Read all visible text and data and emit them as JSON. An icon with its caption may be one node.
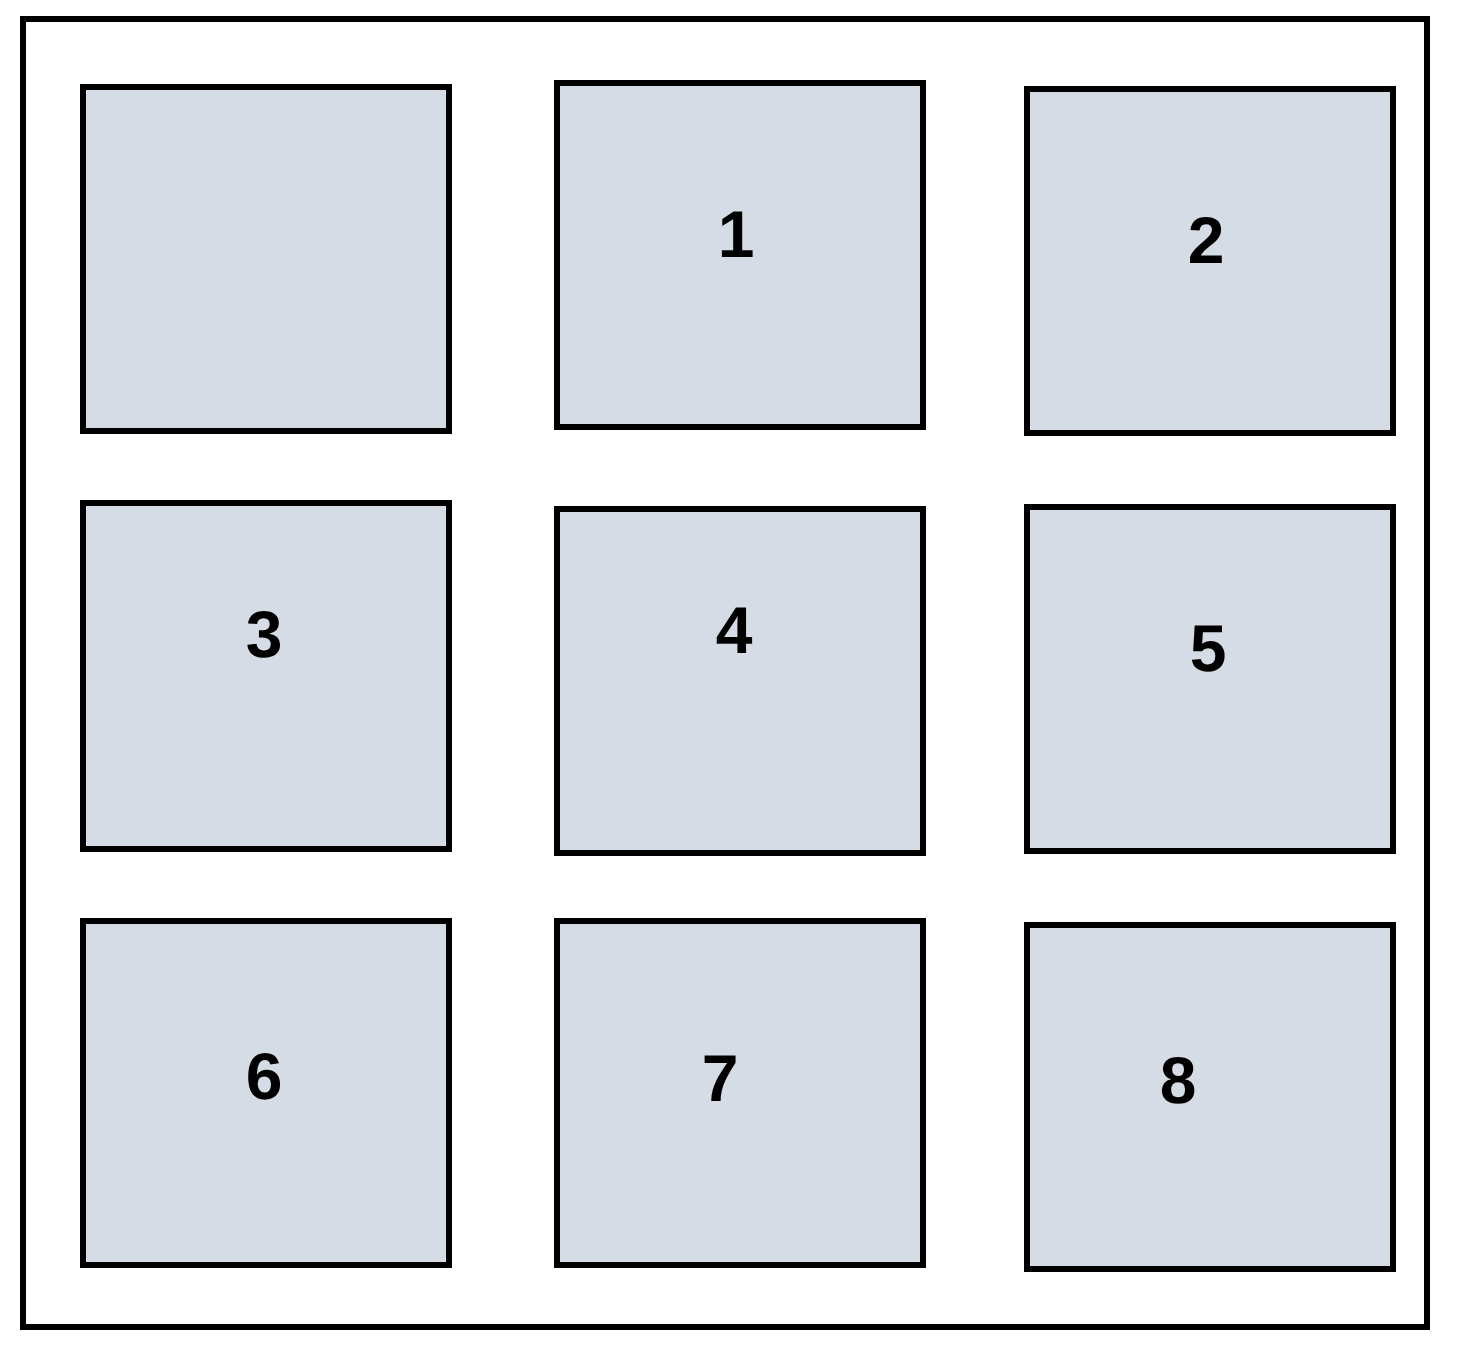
{
  "diagram": {
    "nodes": [
      {
        "text": [],
        "shape": "box"
      },
      {
        "text": [],
        "shape": "box",
        "in": 0
      },
      {
        "text": [
          "1"
        ],
        "in": 0
      },
      {
        "text": [
          "2"
        ],
        "in": 0
      },
      {
        "text": [
          "3"
        ],
        "in": 0
      },
      {
        "text": [
          "4"
        ],
        "in": 0
      },
      {
        "text": [
          "5"
        ],
        "in": 0
      },
      {
        "text": [
          "6"
        ],
        "in": 0
      },
      {
        "text": [
          "7"
        ],
        "in": 0
      },
      {
        "text": [
          "8"
        ],
        "in": 0
      }
    ]
  }
}
